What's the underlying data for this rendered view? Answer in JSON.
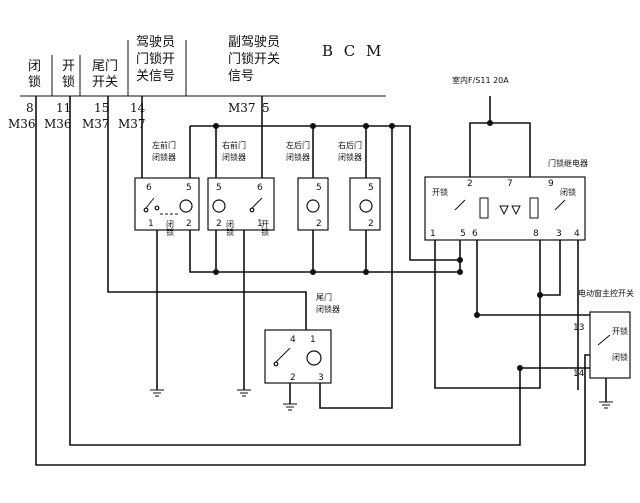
{
  "bcm": {
    "title": "B C M",
    "headers": {
      "close_lock": [
        "闭",
        "锁"
      ],
      "open_lock": [
        "开",
        "锁"
      ],
      "tailgate_switch": [
        "尾门",
        "开关"
      ],
      "driver_switch": [
        "驾驶员",
        "门锁开",
        "关信号"
      ],
      "passenger_switch": [
        "副驾驶员",
        "门锁开关",
        "信号"
      ]
    },
    "pins": {
      "close_lock": {
        "pin": "8",
        "conn": "M36"
      },
      "open_lock": {
        "pin": "11",
        "conn": "M36"
      },
      "tailgate_switch": {
        "pin": "15",
        "conn": "M37"
      },
      "driver_switch": {
        "pin": "14",
        "conn": "M37"
      },
      "passenger_switch": {
        "pin": "5",
        "conn": "M37"
      }
    }
  },
  "fuse": {
    "label": "室内F/S11  20A"
  },
  "door_relay": {
    "label": "门锁继电器",
    "open": "开锁",
    "close": "闭锁",
    "pins": {
      "p1": "1",
      "p2": "2",
      "p3": "3",
      "p4": "4",
      "p5": "5",
      "p6": "6",
      "p7": "7",
      "p8": "8",
      "p9": "9"
    }
  },
  "actuators": {
    "front_left": {
      "label": [
        "左前门",
        "闭锁器"
      ],
      "pin_top_left": "6",
      "pin_top_right": "5",
      "pin_bot_left": "1",
      "pin_bot_right": "2",
      "inner": "闭锁"
    },
    "front_right": {
      "label": [
        "右前门",
        "闭锁器"
      ],
      "pin_top_left": "5",
      "pin_top_right": "6",
      "pin_bot_left": "2",
      "pin_bot_right": "1",
      "inner_left": "闭锁",
      "inner_right": "开锁"
    },
    "rear_left": {
      "label": [
        "左后门",
        "闭锁器"
      ],
      "pin_top": "5",
      "pin_bot": "2"
    },
    "rear_right": {
      "label": [
        "右后门",
        "闭锁器"
      ],
      "pin_top": "5",
      "pin_bot": "2"
    },
    "tailgate": {
      "label": [
        "尾门",
        "闭锁器"
      ],
      "pin_4": "4",
      "pin_1": "1",
      "pin_2": "2",
      "pin_3": "3"
    }
  },
  "window_switch": {
    "label": "电动窗主控开关",
    "open": "开锁",
    "close": "闭锁",
    "pin_13": "13",
    "pin_14": "14"
  }
}
